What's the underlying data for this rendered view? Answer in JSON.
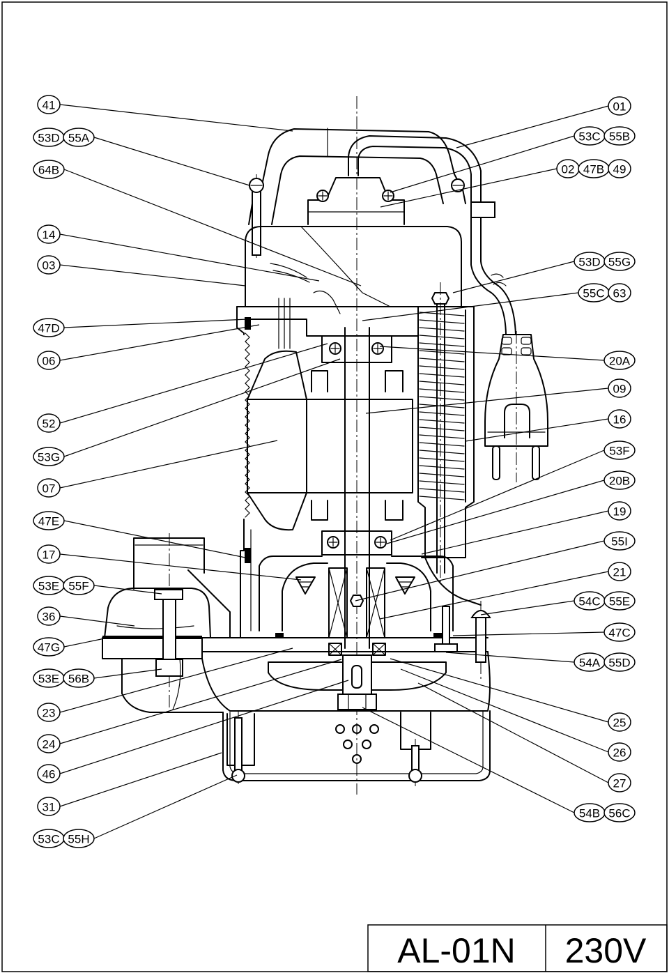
{
  "drawing": {
    "left_callouts": [
      [
        "41"
      ],
      [
        "53D",
        "55A"
      ],
      [
        "64B"
      ],
      [
        "14"
      ],
      [
        "03"
      ],
      [
        "47D"
      ],
      [
        "06"
      ],
      [
        "52"
      ],
      [
        "53G"
      ],
      [
        "07"
      ],
      [
        "47E"
      ],
      [
        "17"
      ],
      [
        "53E",
        "55F"
      ],
      [
        "36"
      ],
      [
        "47G"
      ],
      [
        "53E",
        "56B"
      ],
      [
        "23"
      ],
      [
        "24"
      ],
      [
        "46"
      ],
      [
        "31"
      ],
      [
        "53C",
        "55H"
      ]
    ],
    "right_callouts": [
      [
        "01"
      ],
      [
        "53C",
        "55B"
      ],
      [
        "02",
        "47B",
        "49"
      ],
      [
        "53D",
        "55G"
      ],
      [
        "55C",
        "63"
      ],
      [
        "20A"
      ],
      [
        "09"
      ],
      [
        "16"
      ],
      [
        "53F"
      ],
      [
        "20B"
      ],
      [
        "19"
      ],
      [
        "55I"
      ],
      [
        "21"
      ],
      [
        "54C",
        "55E"
      ],
      [
        "47C"
      ],
      [
        "54A",
        "55D"
      ],
      [
        "25"
      ],
      [
        "26"
      ],
      [
        "27"
      ],
      [
        "54B",
        "56C"
      ]
    ]
  },
  "title_block": {
    "model": "AL-01N",
    "voltage": "230V"
  }
}
